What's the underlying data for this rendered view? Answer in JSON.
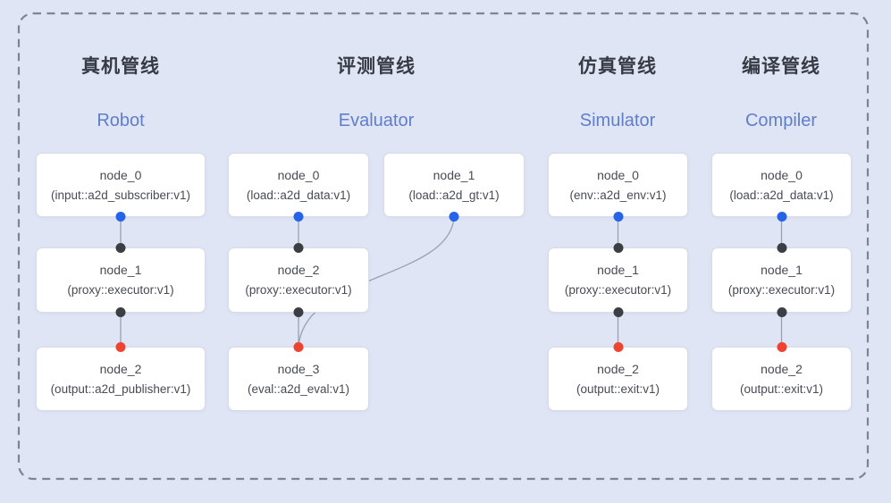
{
  "colors": {
    "bg": "#dfe5f5",
    "frame": "#7d8492",
    "card-bg": "#ffffff",
    "card-border": "#d8dce5",
    "card-text": "#474b54",
    "title-zh": "#363b45",
    "title-en": "#5f7ec9",
    "edge": "#98a1b1",
    "port-blue": "#2563e8",
    "port-dark": "#3b3e42",
    "port-red": "#ee4330"
  },
  "pipelines": [
    {
      "id": "robot",
      "title_zh": "真机管线",
      "title_en": "Robot",
      "nodes": [
        {
          "name": "node_0",
          "type": "(input::a2d_subscriber:v1)"
        },
        {
          "name": "node_1",
          "type": "(proxy::executor:v1)"
        },
        {
          "name": "node_2",
          "type": "(output::a2d_publisher:v1)"
        }
      ],
      "edges": [
        "node_0→node_1",
        "node_1→node_2"
      ]
    },
    {
      "id": "evaluator",
      "title_zh": "评测管线",
      "title_en": "Evaluator",
      "nodes": [
        {
          "name": "node_0",
          "type": "(load::a2d_data:v1)"
        },
        {
          "name": "node_1",
          "type": "(load::a2d_gt:v1)"
        },
        {
          "name": "node_2",
          "type": "(proxy::executor:v1)"
        },
        {
          "name": "node_3",
          "type": "(eval::a2d_eval:v1)"
        }
      ],
      "edges": [
        "node_0→node_2",
        "node_1→node_3",
        "node_2→node_3"
      ]
    },
    {
      "id": "simulator",
      "title_zh": "仿真管线",
      "title_en": "Simulator",
      "nodes": [
        {
          "name": "node_0",
          "type": "(env::a2d_env:v1)"
        },
        {
          "name": "node_1",
          "type": "(proxy::executor:v1)"
        },
        {
          "name": "node_2",
          "type": "(output::exit:v1)"
        }
      ],
      "edges": [
        "node_0→node_1",
        "node_1→node_2"
      ]
    },
    {
      "id": "compiler",
      "title_zh": "编译管线",
      "title_en": "Compiler",
      "nodes": [
        {
          "name": "node_0",
          "type": "(load::a2d_data:v1)"
        },
        {
          "name": "node_1",
          "type": "(proxy::executor:v1)"
        },
        {
          "name": "node_2",
          "type": "(output::exit:v1)"
        }
      ],
      "edges": [
        "node_0→node_1",
        "node_1→node_2"
      ]
    }
  ]
}
